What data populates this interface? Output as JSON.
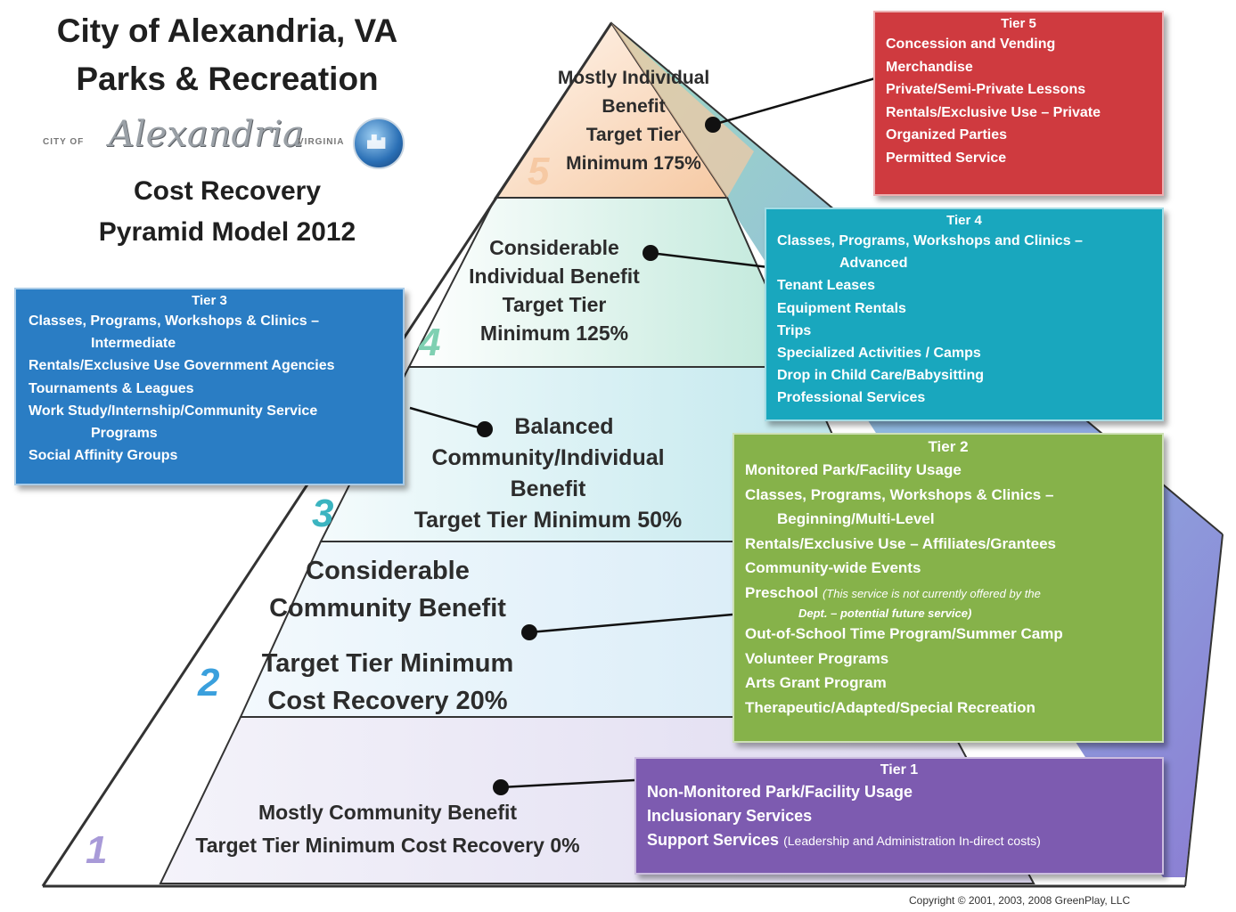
{
  "header": {
    "line1": "City of Alexandria, VA",
    "line2": "Parks & Recreation",
    "logo_left": "CITY OF",
    "logo_script": "Alexandria",
    "logo_right": "VIRGINIA",
    "subtitle1": "Cost Recovery",
    "subtitle2": "Pyramid Model 2012"
  },
  "pyramid": {
    "levels": [
      {
        "num": "5",
        "text": [
          "Mostly Individual",
          "Benefit",
          "Target Tier",
          "Minimum 175%"
        ],
        "color": "#f4b98a"
      },
      {
        "num": "4",
        "text": [
          "Considerable",
          "Individual Benefit",
          "Target Tier",
          "Minimum 125%"
        ],
        "color": "#4fc3a4"
      },
      {
        "num": "3",
        "text": [
          "Balanced",
          "Community/Individual",
          "Benefit",
          "Target Tier Minimum 50%"
        ],
        "color": "#2bb6c3"
      },
      {
        "num": "2",
        "text": [
          "Considerable",
          "Community Benefit",
          "Target Tier Minimum",
          "Cost Recovery 20%"
        ],
        "color": "#3aa0dd"
      },
      {
        "num": "1",
        "text": [
          "Mostly Community Benefit",
          "Target Tier Minimum Cost Recovery 0%"
        ],
        "color": "#9c8fcf"
      }
    ]
  },
  "tiers": {
    "tier5": {
      "heading": "Tier 5",
      "color": "#cf3a3f",
      "items": [
        "Concession and Vending",
        "Merchandise",
        "Private/Semi-Private Lessons",
        "Rentals/Exclusive Use – Private",
        "Organized Parties",
        "Permitted Service"
      ]
    },
    "tier4": {
      "heading": "Tier 4",
      "color": "#19a7be",
      "items": [
        "Classes, Programs, Workshops and Clinics –",
        "Advanced",
        "Tenant Leases",
        "Equipment Rentals",
        "Trips",
        "Specialized Activities / Camps",
        "Drop in Child Care/Babysitting",
        "Professional Services"
      ]
    },
    "tier3": {
      "heading": "Tier 3",
      "color": "#2a7dc4",
      "items": [
        "Classes, Programs, Workshops & Clinics –",
        "Intermediate",
        "Rentals/Exclusive Use Government Agencies",
        "Tournaments & Leagues",
        "Work Study/Internship/Community Service",
        "Programs",
        "Social Affinity Groups"
      ]
    },
    "tier2": {
      "heading": "Tier 2",
      "color": "#86b24a",
      "items": [
        "Monitored Park/Facility Usage",
        "Classes, Programs, Workshops & Clinics –",
        "Beginning/Multi-Level",
        "Rentals/Exclusive Use – Affiliates/Grantees",
        "Community-wide Events",
        "Preschool",
        "Out-of-School Time Program/Summer Camp",
        "Volunteer Programs",
        "Arts Grant Program",
        "Therapeutic/Adapted/Special Recreation"
      ],
      "preschool_note": "(This service is not currently offered by the",
      "preschool_note2": "Dept. – potential future service)"
    },
    "tier1": {
      "heading": "Tier 1",
      "color": "#7d5bb0",
      "items": [
        "Non-Monitored Park/Facility Usage",
        "Inclusionary Services",
        "Support Services"
      ],
      "support_note": "(Leadership and Administration In-direct costs)"
    }
  },
  "copyright": "Copyright © 2001, 2003, 2008 GreenPlay, LLC"
}
